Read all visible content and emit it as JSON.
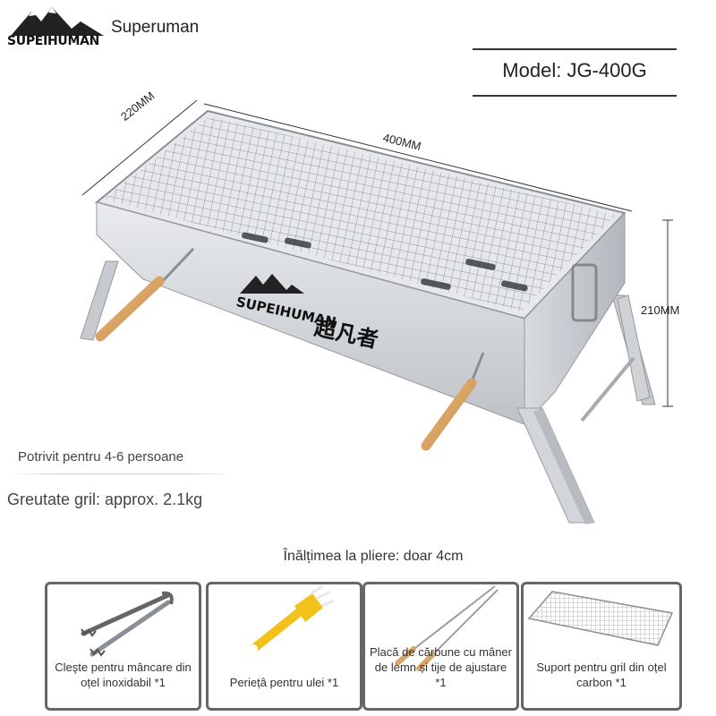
{
  "brand": {
    "logo_text": "SUPEIHUMAN",
    "name": "Superuman"
  },
  "model": {
    "label": "Model: JG-400G"
  },
  "dimensions": {
    "depth": "220MM",
    "length": "400MM",
    "height": "210MM"
  },
  "product": {
    "brand_text": "SUPEIHUMAN",
    "chinese_name": "超凡者"
  },
  "features": {
    "capacity": "Potrivit pentru 4-6 persoane",
    "weight": "Greutate gril: approx. 2.1kg",
    "fold_height": "Înălțimea la pliere: doar 4cm"
  },
  "accessories": [
    {
      "label": "Cleşte pentru mâncare din oțel inoxidabil *1",
      "icon": "tongs-icon"
    },
    {
      "label": "Periețâ pentru ulei *1",
      "icon": "brush-icon"
    },
    {
      "label": "Placă de cărbune cu mâner de lemn și tije de ajustare *1",
      "icon": "skewer-icon"
    },
    {
      "label": "Suport pentru gril din oțel carbon *1",
      "icon": "grill-grate-icon"
    }
  ],
  "colors": {
    "steel": "#c9ccd0",
    "wood": "#d9a66a",
    "brush_yellow": "#f2c21b",
    "frame": "#666666"
  }
}
